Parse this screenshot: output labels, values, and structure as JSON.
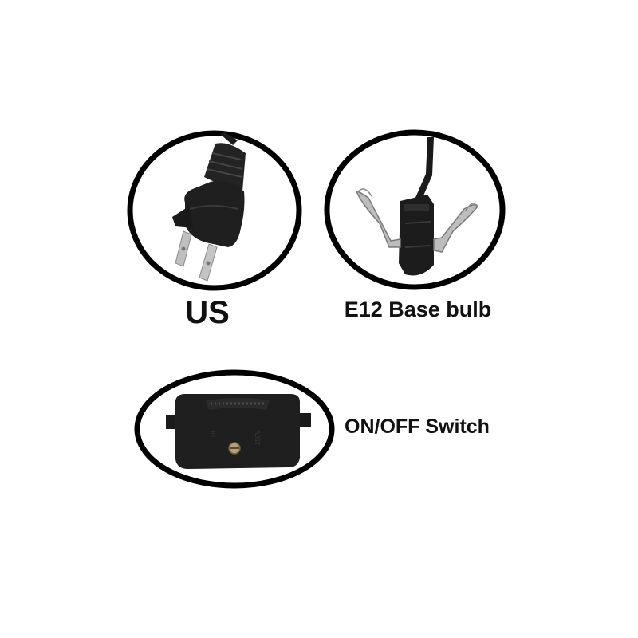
{
  "panels": {
    "plug": {
      "caption": "US",
      "icon": "us-two-prong-plug"
    },
    "socket": {
      "caption": "E12 Base bulb",
      "icon": "e12-candelabra-socket"
    },
    "switch": {
      "caption": "ON/OFF Switch",
      "icon": "inline-rocker-switch"
    }
  },
  "colors": {
    "frame": "#000000",
    "background": "#ffffff",
    "plastic": "#1c1c1c",
    "metal": "#b9b9b9"
  }
}
